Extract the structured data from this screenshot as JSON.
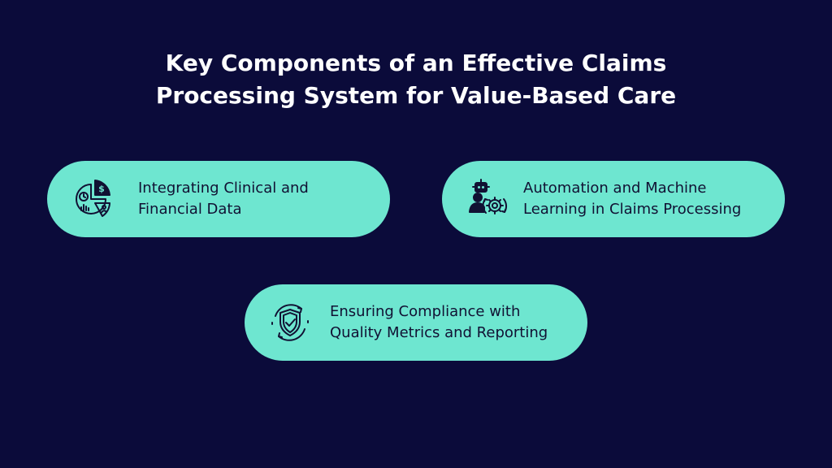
{
  "title": {
    "line1": "Key Components of an Effective Claims",
    "line2": "Processing System for Value-Based Care"
  },
  "cards": [
    {
      "icon": "financial-chart-icon",
      "line1": "Integrating Clinical and",
      "line2": "Financial Data"
    },
    {
      "icon": "robot-gear-icon",
      "line1": "Automation and Machine",
      "line2": "Learning in Claims Processing"
    },
    {
      "icon": "shield-check-icon",
      "line1": "Ensuring Compliance with",
      "line2": "Quality Metrics and Reporting"
    }
  ],
  "colors": {
    "background": "#0b0b3a",
    "card": "#6ee6d0",
    "title": "#ffffff",
    "text": "#111133"
  }
}
